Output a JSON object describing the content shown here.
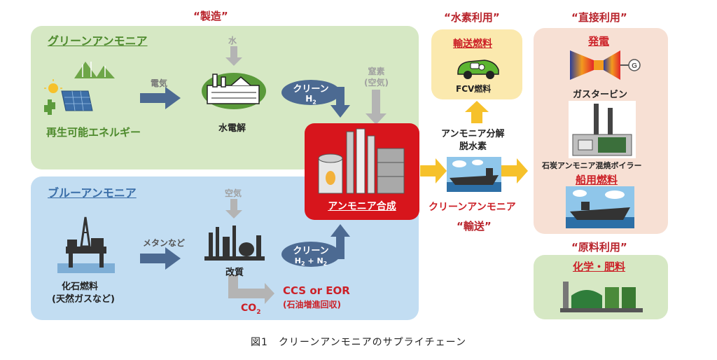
{
  "headers": {
    "production": "“製造”",
    "hydrogen_use": "“水素利用”",
    "direct_use": "“直接利用”",
    "transport": "“輸送”",
    "feedstock_use": "“原料利用”"
  },
  "green": {
    "title": "グリーンアンモニア",
    "renewable": "再生可能エネルギー",
    "electricity": "電気",
    "water": "水",
    "electrolysis": "水電解",
    "clean": "クリーン",
    "h2": "H",
    "h2_sub": "2",
    "nitrogen_line1": "窒素",
    "nitrogen_line2": "(空気)"
  },
  "blue": {
    "title": "ブルーアンモニア",
    "fossil_line1": "化石燃料",
    "fossil_line2": "(天然ガスなど)",
    "methane": "メタンなど",
    "air": "空気",
    "reforming": "改質",
    "clean": "クリーン",
    "h2n2": "H",
    "h2n2_sub1": "2",
    "h2n2_plus": " + N",
    "h2n2_sub2": "2",
    "ccs_line1": "CCS or EOR",
    "ccs_line2": "(石油増進回収)",
    "co2": "CO",
    "co2_sub": "2"
  },
  "synthesis": "アンモニア合成",
  "hydrogen": {
    "transport_fuel": "輸送燃料",
    "fcv": "FCV燃料",
    "decomp_line1": "アンモニア分解",
    "decomp_line2": "脱水素"
  },
  "ship_label": "クリーンアンモニア",
  "direct": {
    "power": "発電",
    "gas_turbine": "ガスタービン",
    "generator": "G",
    "coal_boiler": "石炭アンモニア混焼ボイラー",
    "marine_fuel": "船用燃料"
  },
  "feedstock": {
    "chemical": "化学・肥料"
  },
  "caption": "図1　クリーンアンモニアのサプライチェーン",
  "colors": {
    "green_panel": "#d6e8c4",
    "blue_panel": "#c2ddf2",
    "synthesis_red": "#d7151c",
    "yellow_panel": "#fbe9ae",
    "peach_panel": "#f7e0d4",
    "arrow_blue": "#4c6a92",
    "arrow_yellow": "#f6c12b",
    "arrow_gray": "#b4b4b4"
  }
}
